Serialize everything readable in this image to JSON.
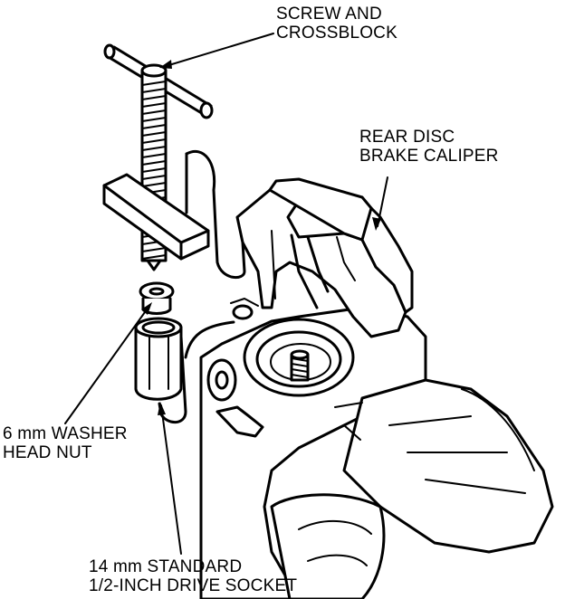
{
  "labels": {
    "screw_crossblock": {
      "line1": "SCREW AND",
      "line2": "CROSSBLOCK"
    },
    "rear_caliper": {
      "line1": "REAR DISC",
      "line2": "BRAKE CALIPER"
    },
    "washer_nut": {
      "line1": "6 mm WASHER",
      "line2": "HEAD NUT"
    },
    "drive_socket": {
      "line1": "14 mm STANDARD",
      "line2": "1/2-INCH DRIVE SOCKET"
    }
  }
}
